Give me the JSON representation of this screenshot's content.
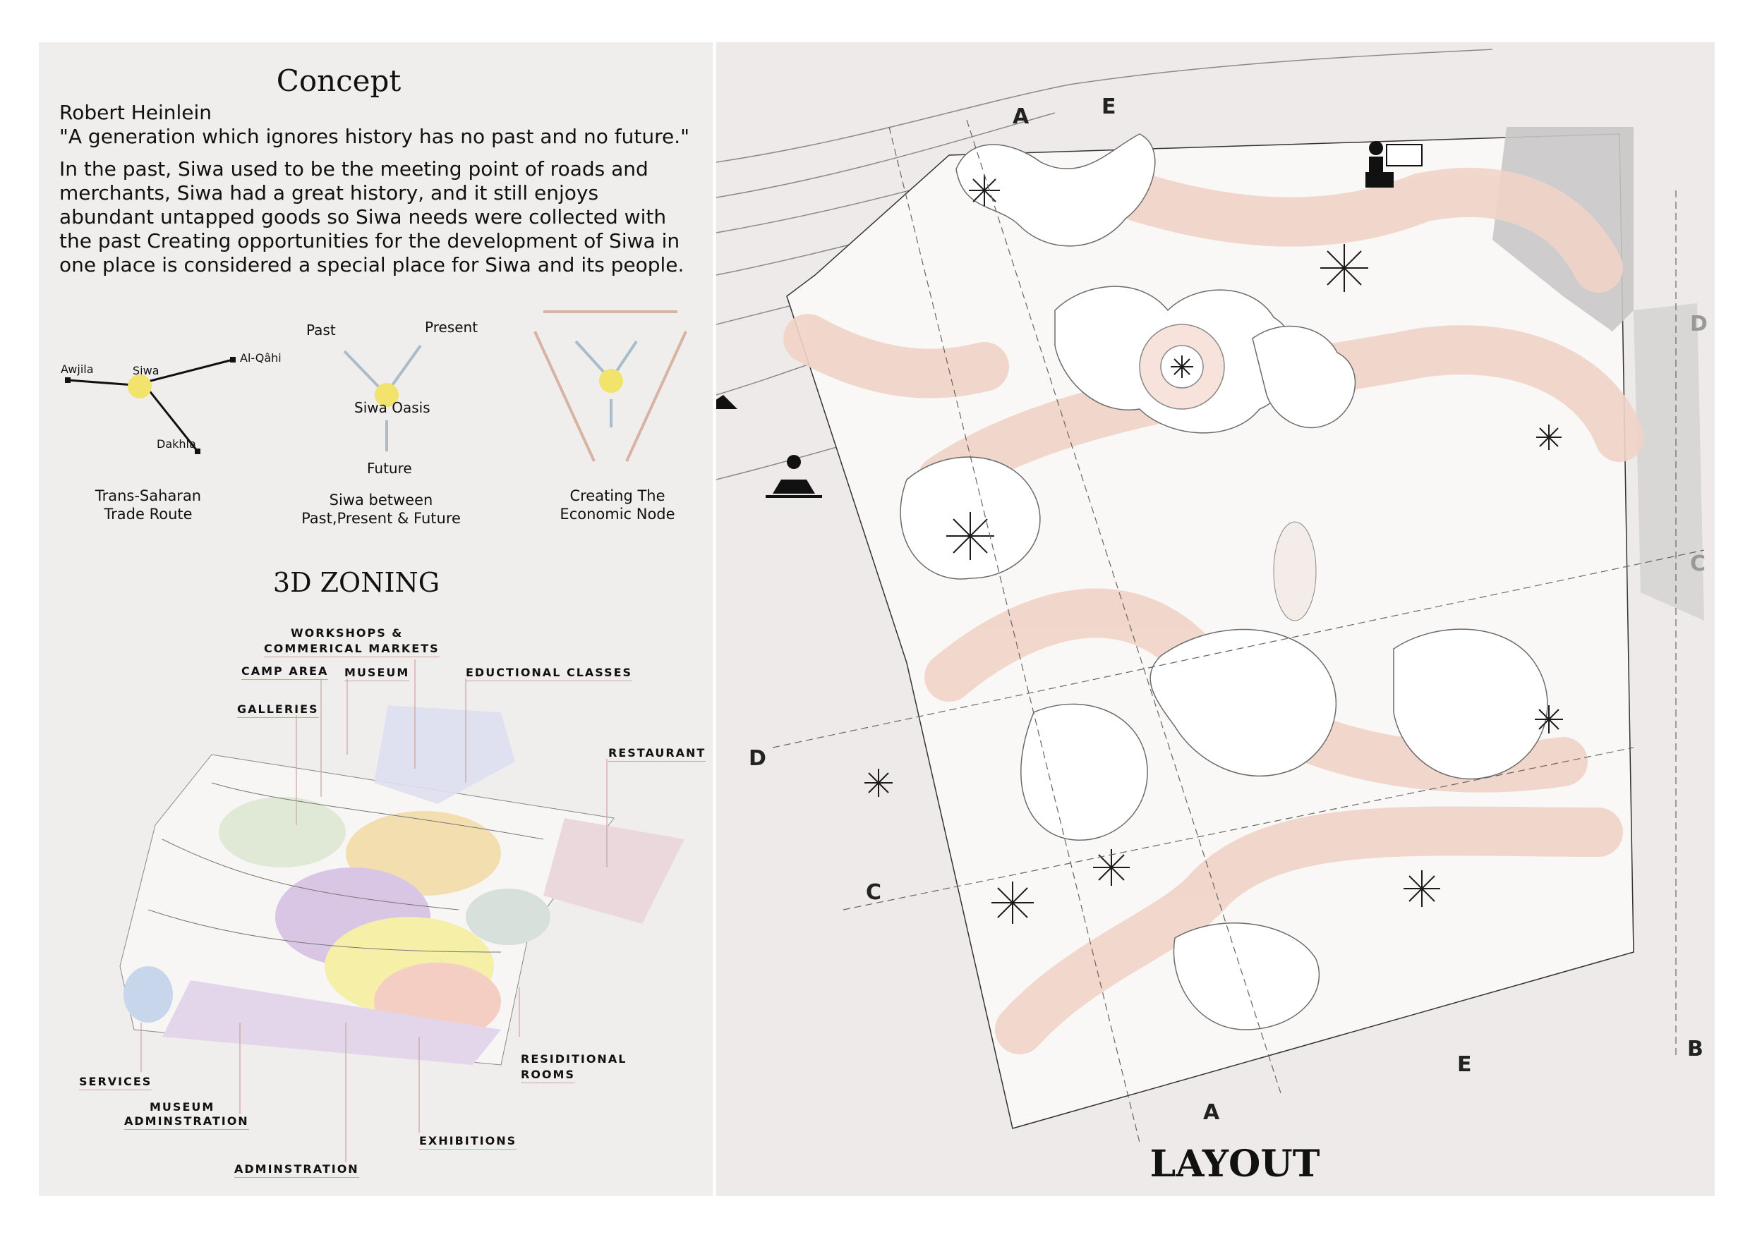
{
  "concept": {
    "title": "Concept",
    "author": "Robert Heinlein",
    "quote": "\"A generation which ignores history has no past and no future.\"",
    "paragraph": [
      "In the past, Siwa used to be the meeting point of roads and",
      "merchants, Siwa had a great history, and it still enjoys",
      "abundant untapped goods so Siwa needs were collected  with",
      "the past Creating opportunities for the development of Siwa in",
      "one place is considered a special place for Siwa and its people."
    ]
  },
  "diagrams": {
    "route": {
      "labels": [
        "Awjila",
        "Siwa",
        "Al-Qâhi",
        "Dakhla"
      ],
      "caption": [
        "Trans-Saharan",
        "Trade Route"
      ]
    },
    "time": {
      "past": "Past",
      "present": "Present",
      "center": "Siwa Oasis",
      "future": "Future",
      "caption": [
        "Siwa between",
        "Past,Present & Future"
      ]
    },
    "node": {
      "caption": [
        "Creating The",
        "Economic Node"
      ]
    }
  },
  "zoning": {
    "title": "3D ZONING",
    "labels": [
      "WORKSHOPS &",
      "COMMERICAL MARKETS",
      "CAMP AREA",
      "MUSEUM",
      "EDUCTIONAL CLASSES",
      "GALLERIES",
      "RESTAURANT",
      "RESIDITIONAL",
      "ROOMS",
      "SERVICES",
      "MUSEUM",
      "ADMINSTRATION",
      "EXHIBITIONS",
      "ADMINSTRATION"
    ]
  },
  "layout": {
    "title": "LAYOUT",
    "sections": [
      "A",
      "E",
      "D",
      "C",
      "D",
      "C",
      "B",
      "E",
      "A"
    ]
  },
  "colors": {
    "panel": "#efeeed",
    "sun": "#f1e36b",
    "path_pink": "#f3d6cc",
    "route_line": "#a9bccb",
    "node_line": "#d8b3a2"
  }
}
